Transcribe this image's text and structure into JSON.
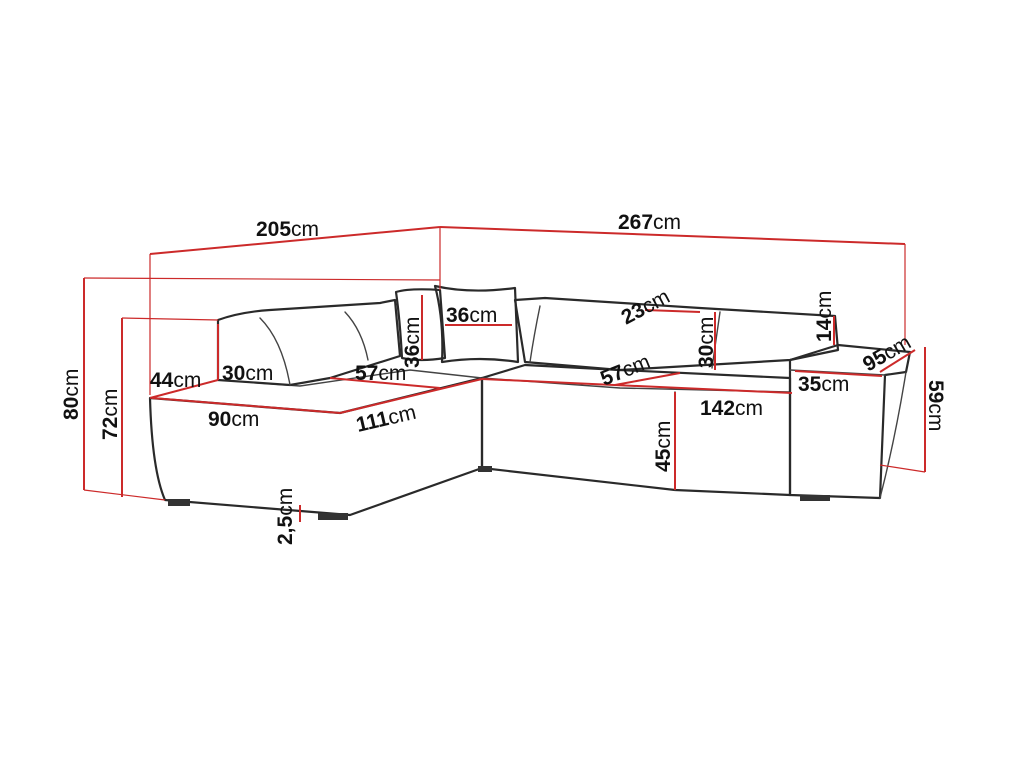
{
  "colors": {
    "dimension_line": "#cc2a2a",
    "outline": "#2a2a2a",
    "text": "#111111"
  },
  "dimensions": {
    "d205": {
      "value": "205",
      "unit": "cm"
    },
    "d267": {
      "value": "267",
      "unit": "cm"
    },
    "d80": {
      "value": "80",
      "unit": "cm"
    },
    "d72": {
      "value": "72",
      "unit": "cm"
    },
    "d44": {
      "value": "44",
      "unit": "cm"
    },
    "d30a": {
      "value": "30",
      "unit": "cm"
    },
    "d57a": {
      "value": "57",
      "unit": "cm"
    },
    "d36v": {
      "value": "36",
      "unit": "cm"
    },
    "d36h": {
      "value": "36",
      "unit": "cm"
    },
    "d23": {
      "value": "23",
      "unit": "cm"
    },
    "d14": {
      "value": "14",
      "unit": "cm"
    },
    "d30b": {
      "value": "30",
      "unit": "cm"
    },
    "d57b": {
      "value": "57",
      "unit": "cm"
    },
    "d95": {
      "value": "95",
      "unit": "cm"
    },
    "d35": {
      "value": "35",
      "unit": "cm"
    },
    "d59": {
      "value": "59",
      "unit": "cm"
    },
    "d90": {
      "value": "90",
      "unit": "cm"
    },
    "d111": {
      "value": "111",
      "unit": "cm"
    },
    "d142": {
      "value": "142",
      "unit": "cm"
    },
    "d45": {
      "value": "45",
      "unit": "cm"
    },
    "d25": {
      "value": "2,5",
      "unit": "cm"
    }
  }
}
